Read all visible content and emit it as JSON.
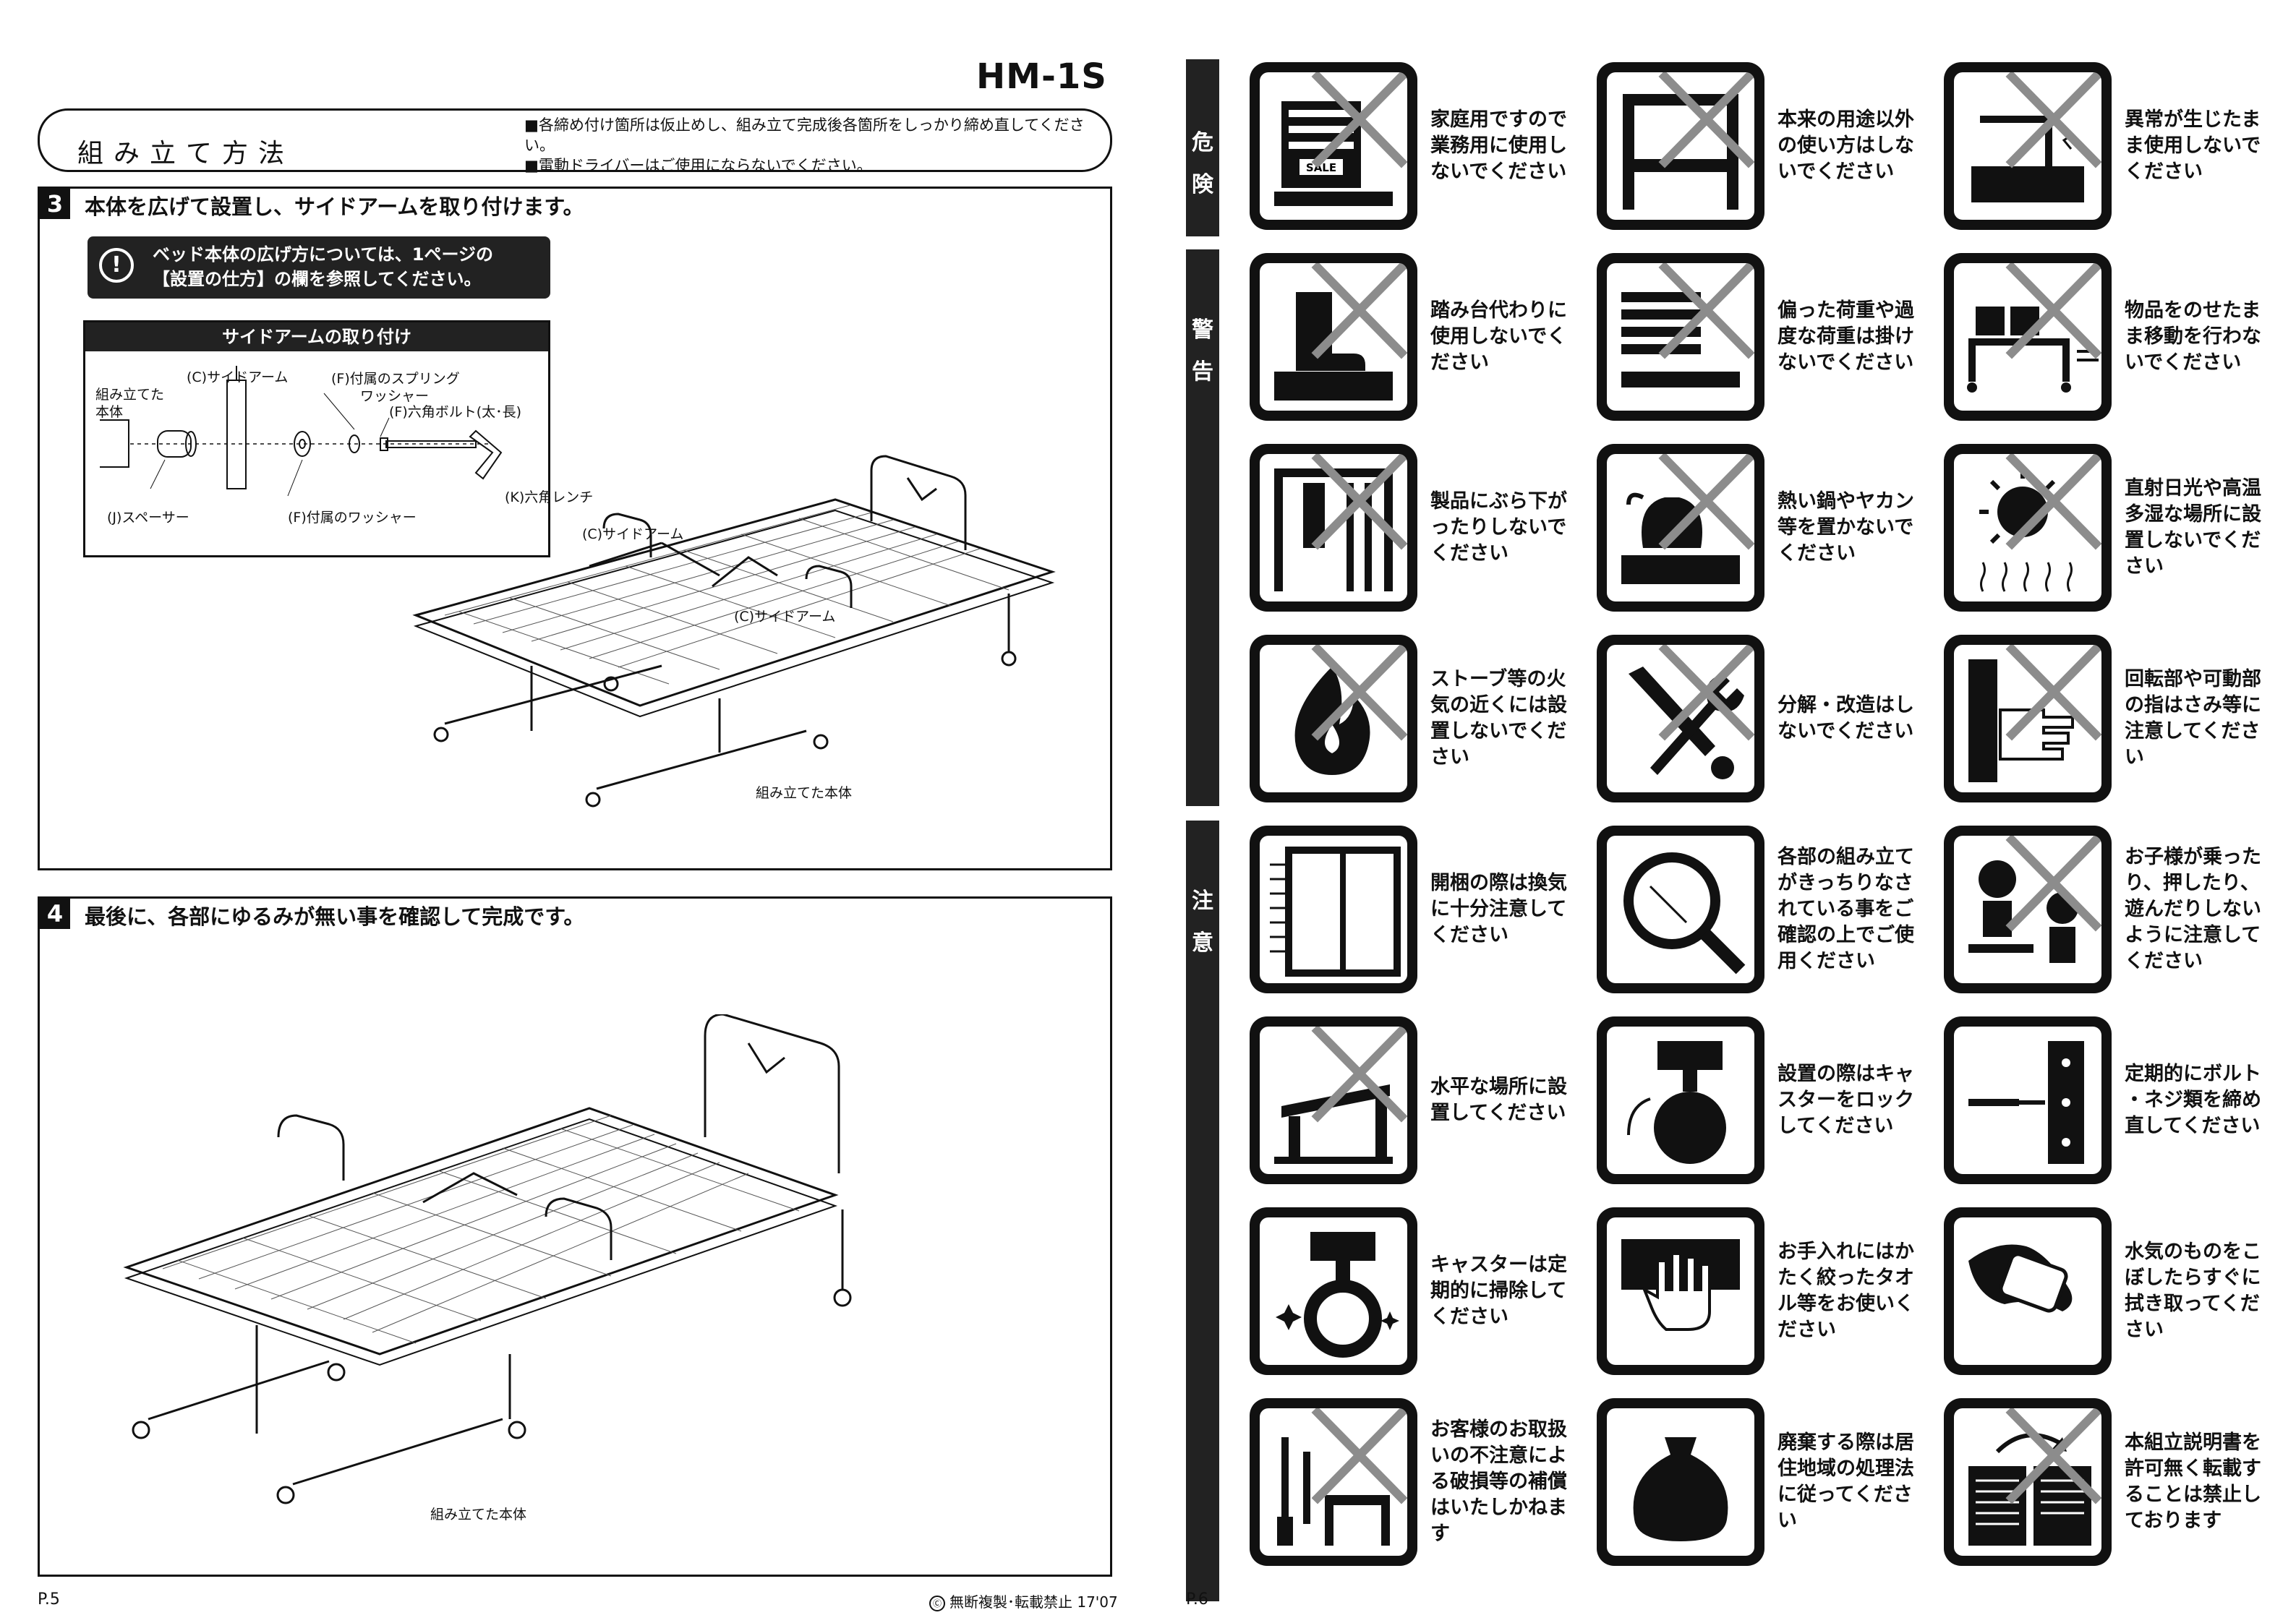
{
  "left": {
    "model": "HM-1S",
    "title": "組み立て方法",
    "title_notes": [
      "■各締め付け箇所は仮止めし、組み立て完成後各箇所をしっかり締め直してください。",
      "■電動ドライバーはご使用にならないでください。"
    ],
    "step3": {
      "num": "3",
      "text": "本体を広げて設置し、サイドアームを取り付けます。",
      "note_line1": "ベッド本体の広げ方については、1ページの",
      "note_line2": "【設置の仕方】の欄を参照してください。",
      "note_icon": "!",
      "sidearm": {
        "title": "サイドアームの取り付け",
        "label_c": "(C)サイドアーム",
        "label_f_spring1": "(F)付属のスプリング",
        "label_f_spring2": "ワッシャー",
        "label_body1": "組み立てた",
        "label_body2": "本体",
        "label_f_bolt": "(F)六角ボルト(太･長)",
        "label_k": "(K)六角レンチ",
        "label_j": "(J)スペーサー",
        "label_f_washer": "(F)付属のワッシャー"
      },
      "label_c1": "(C)サイドアーム",
      "label_c2": "(C)サイドアーム",
      "label_body": "組み立てた本体"
    },
    "step4": {
      "num": "4",
      "text": "最後に、各部にゆるみが無い事を確認して完成です。",
      "label_body": "組み立てた本体"
    },
    "page": "P.5",
    "copyright": "無断複製･転載禁止 17'07",
    "copyright_icon": "Ⓒ"
  },
  "right": {
    "page": "P.6",
    "sections": [
      {
        "chars": [
          "危",
          "険"
        ]
      },
      {
        "chars": [
          "警",
          "告"
        ]
      },
      {
        "chars": [
          "注",
          "意"
        ]
      }
    ],
    "rows": [
      [
        {
          "icon": "sale-shelf-icon",
          "crossed": true,
          "lines": [
            "家庭用ですので",
            "業務用に使用し",
            "ないでください"
          ]
        },
        {
          "icon": "bed-frame-icon",
          "crossed": true,
          "lines": [
            "本来の用途以外",
            "の使い方はしな",
            "いでください"
          ]
        },
        {
          "icon": "abnormal-bed-icon",
          "crossed": true,
          "lines": [
            "異常が生じたま",
            "ま使用しないで",
            "ください"
          ]
        }
      ],
      [
        {
          "icon": "stepping-boot-icon",
          "crossed": true,
          "lines": [
            "踏み台代わりに",
            "使用しないでく",
            "ださい"
          ]
        },
        {
          "icon": "heavy-load-icon",
          "crossed": true,
          "lines": [
            "偏った荷重や過",
            "度な荷重は掛け",
            "ないでください"
          ]
        },
        {
          "icon": "moving-cart-icon",
          "crossed": true,
          "lines": [
            "物品をのせたま",
            "ま移動を行わな",
            "いでください"
          ]
        }
      ],
      [
        {
          "icon": "hanging-hand-icon",
          "crossed": true,
          "lines": [
            "製品にぶら下が",
            "ったりしないで",
            "ください"
          ]
        },
        {
          "icon": "hot-kettle-icon",
          "crossed": true,
          "lines": [
            "熱い鍋やヤカン",
            "等を置かないで",
            "ください"
          ]
        },
        {
          "icon": "sun-humidity-icon",
          "crossed": true,
          "lines": [
            "直射日光や高温",
            "多湿な場所に設",
            "置しないでくだ",
            "さい"
          ]
        }
      ],
      [
        {
          "icon": "fire-icon",
          "crossed": true,
          "lines": [
            "ストーブ等の火",
            "気の近くには設",
            "置しないでくだ",
            "さい"
          ]
        },
        {
          "icon": "tools-icon",
          "crossed": true,
          "lines": [
            "分解・改造はし",
            "ないでください"
          ]
        },
        {
          "icon": "pinched-hand-icon",
          "crossed": true,
          "lines": [
            "回転部や可動部",
            "の指はさみ等に",
            "注意してくださ",
            "い"
          ]
        }
      ],
      [
        {
          "icon": "window-icon",
          "crossed": false,
          "lines": [
            "開梱の際は換気",
            "に十分注意して",
            "ください"
          ]
        },
        {
          "icon": "magnifier-icon",
          "crossed": false,
          "lines": [
            "各部の組み立て",
            "がきっちりなさ",
            "れている事をご",
            "確認の上でご使",
            "用ください"
          ]
        },
        {
          "icon": "children-icon",
          "crossed": true,
          "lines": [
            "お子様が乗った",
            "り、押したり、",
            "遊んだりしない",
            "ように注意して",
            "ください"
          ]
        }
      ],
      [
        {
          "icon": "tilted-table-icon",
          "crossed": true,
          "lines": [
            "水平な場所に設",
            "置してください"
          ]
        },
        {
          "icon": "caster-lock-icon",
          "crossed": false,
          "lines": [
            "設置の際はキャ",
            "スターをロック",
            "してください"
          ]
        },
        {
          "icon": "screwdriver-bolt-icon",
          "crossed": false,
          "lines": [
            "定期的にボルト",
            "・ネジ類を締め",
            "直してください"
          ]
        }
      ],
      [
        {
          "icon": "caster-clean-icon",
          "crossed": false,
          "lines": [
            "キャスターは定",
            "期的に掃除して",
            "ください"
          ]
        },
        {
          "icon": "towel-hand-icon",
          "crossed": false,
          "lines": [
            "お手入れにはか",
            "たく絞ったタオ",
            "ル等をお使いく",
            "ださい"
          ]
        },
        {
          "icon": "wipe-water-icon",
          "crossed": false,
          "lines": [
            "水気のものをこ",
            "ぼしたらすぐに",
            "拭き取ってくだ",
            "さい"
          ]
        }
      ],
      [
        {
          "icon": "misuse-tools-icon",
          "crossed": true,
          "lines": [
            "お客様のお取扱",
            "いの不注意によ",
            "る破損等の補償",
            "はいたしかねま",
            "す"
          ]
        },
        {
          "icon": "garbage-bag-icon",
          "crossed": false,
          "lines": [
            "廃棄する際は居",
            "住地域の処理法",
            "に従ってくださ",
            "い"
          ]
        },
        {
          "icon": "copy-document-icon",
          "crossed": true,
          "lines": [
            "本組立説明書を",
            "許可無く転載す",
            "ることは禁止し",
            "ております"
          ]
        }
      ]
    ]
  }
}
